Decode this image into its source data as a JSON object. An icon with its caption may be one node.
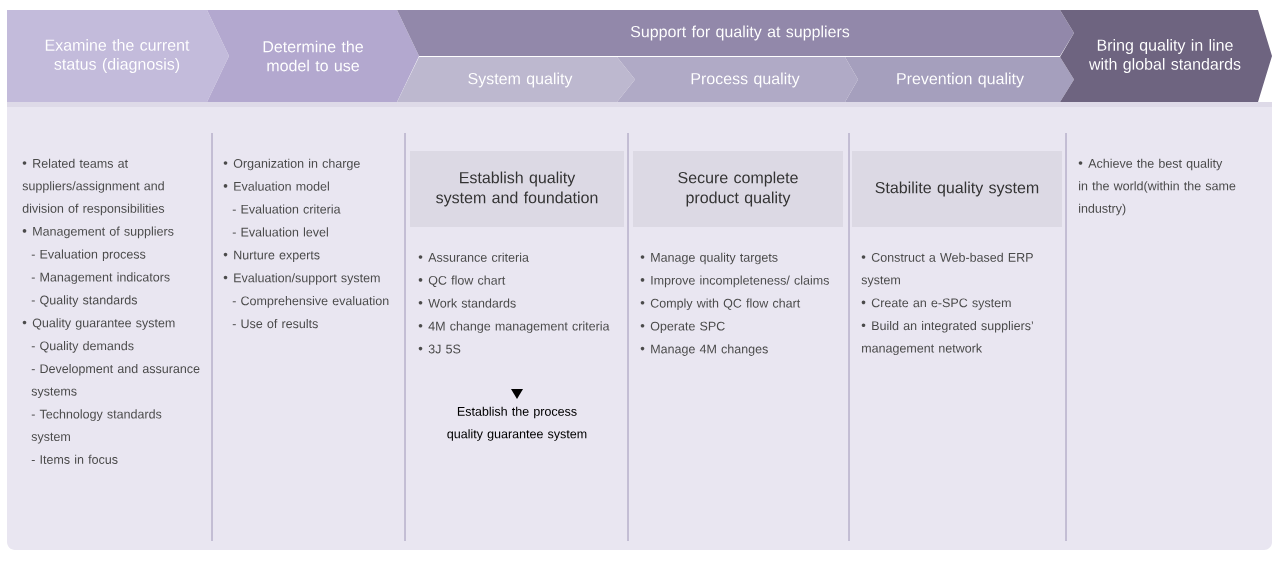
{
  "diagram": {
    "nodes": [
      {
        "text": [
          "Examine the current status (diagnosis)"
        ]
      },
      {
        "text": [
          "Determine the model to use"
        ]
      },
      {
        "text": [
          "Support for quality at suppliers"
        ]
      },
      {
        "text": [
          "System quality"
        ]
      },
      {
        "text": [
          "Process quality"
        ]
      },
      {
        "text": [
          "Prevention quality"
        ]
      },
      {
        "text": [
          "Bring quality in line with global standards"
        ]
      },
      {
        "text": [
          "Establish quality system and foundation"
        ]
      },
      {
        "text": [
          "Secure complete product quality"
        ]
      },
      {
        "text": [
          "Stabilite quality system"
        ]
      }
    ],
    "labels": [
      "Related teams at suppliers/assignment and division of responsibilities",
      "Management of suppliers",
      "- Evaluation process",
      "- Management indicators",
      "- Quality standards",
      "Quality guarantee system",
      "- Quality demands",
      "- Development and assurance systems",
      "- Technology standards system",
      "- Items in focus",
      "Organization in charge",
      "Evaluation model",
      "- Evaluation criteria",
      "- Evaluation level",
      "Nurture experts",
      "Evaluation/support system",
      "- Comprehensive evaluation",
      "- Use of results",
      "Assurance criteria",
      "QC flow chart",
      "Work standards",
      "4M change management criteria",
      "3J 5S",
      "Establish the process quality guarantee system",
      "Manage quality targets",
      "Improve incompleteness/ claims",
      "Comply with QC flow chart",
      "Operate SPC",
      "Manage 4M changes",
      "Construct a Web-based ERP system",
      "Create an e-SPC system",
      "Build an integrated suppliers’ management network",
      "Achieve the best quality in the world(within the same industry)"
    ]
  }
}
